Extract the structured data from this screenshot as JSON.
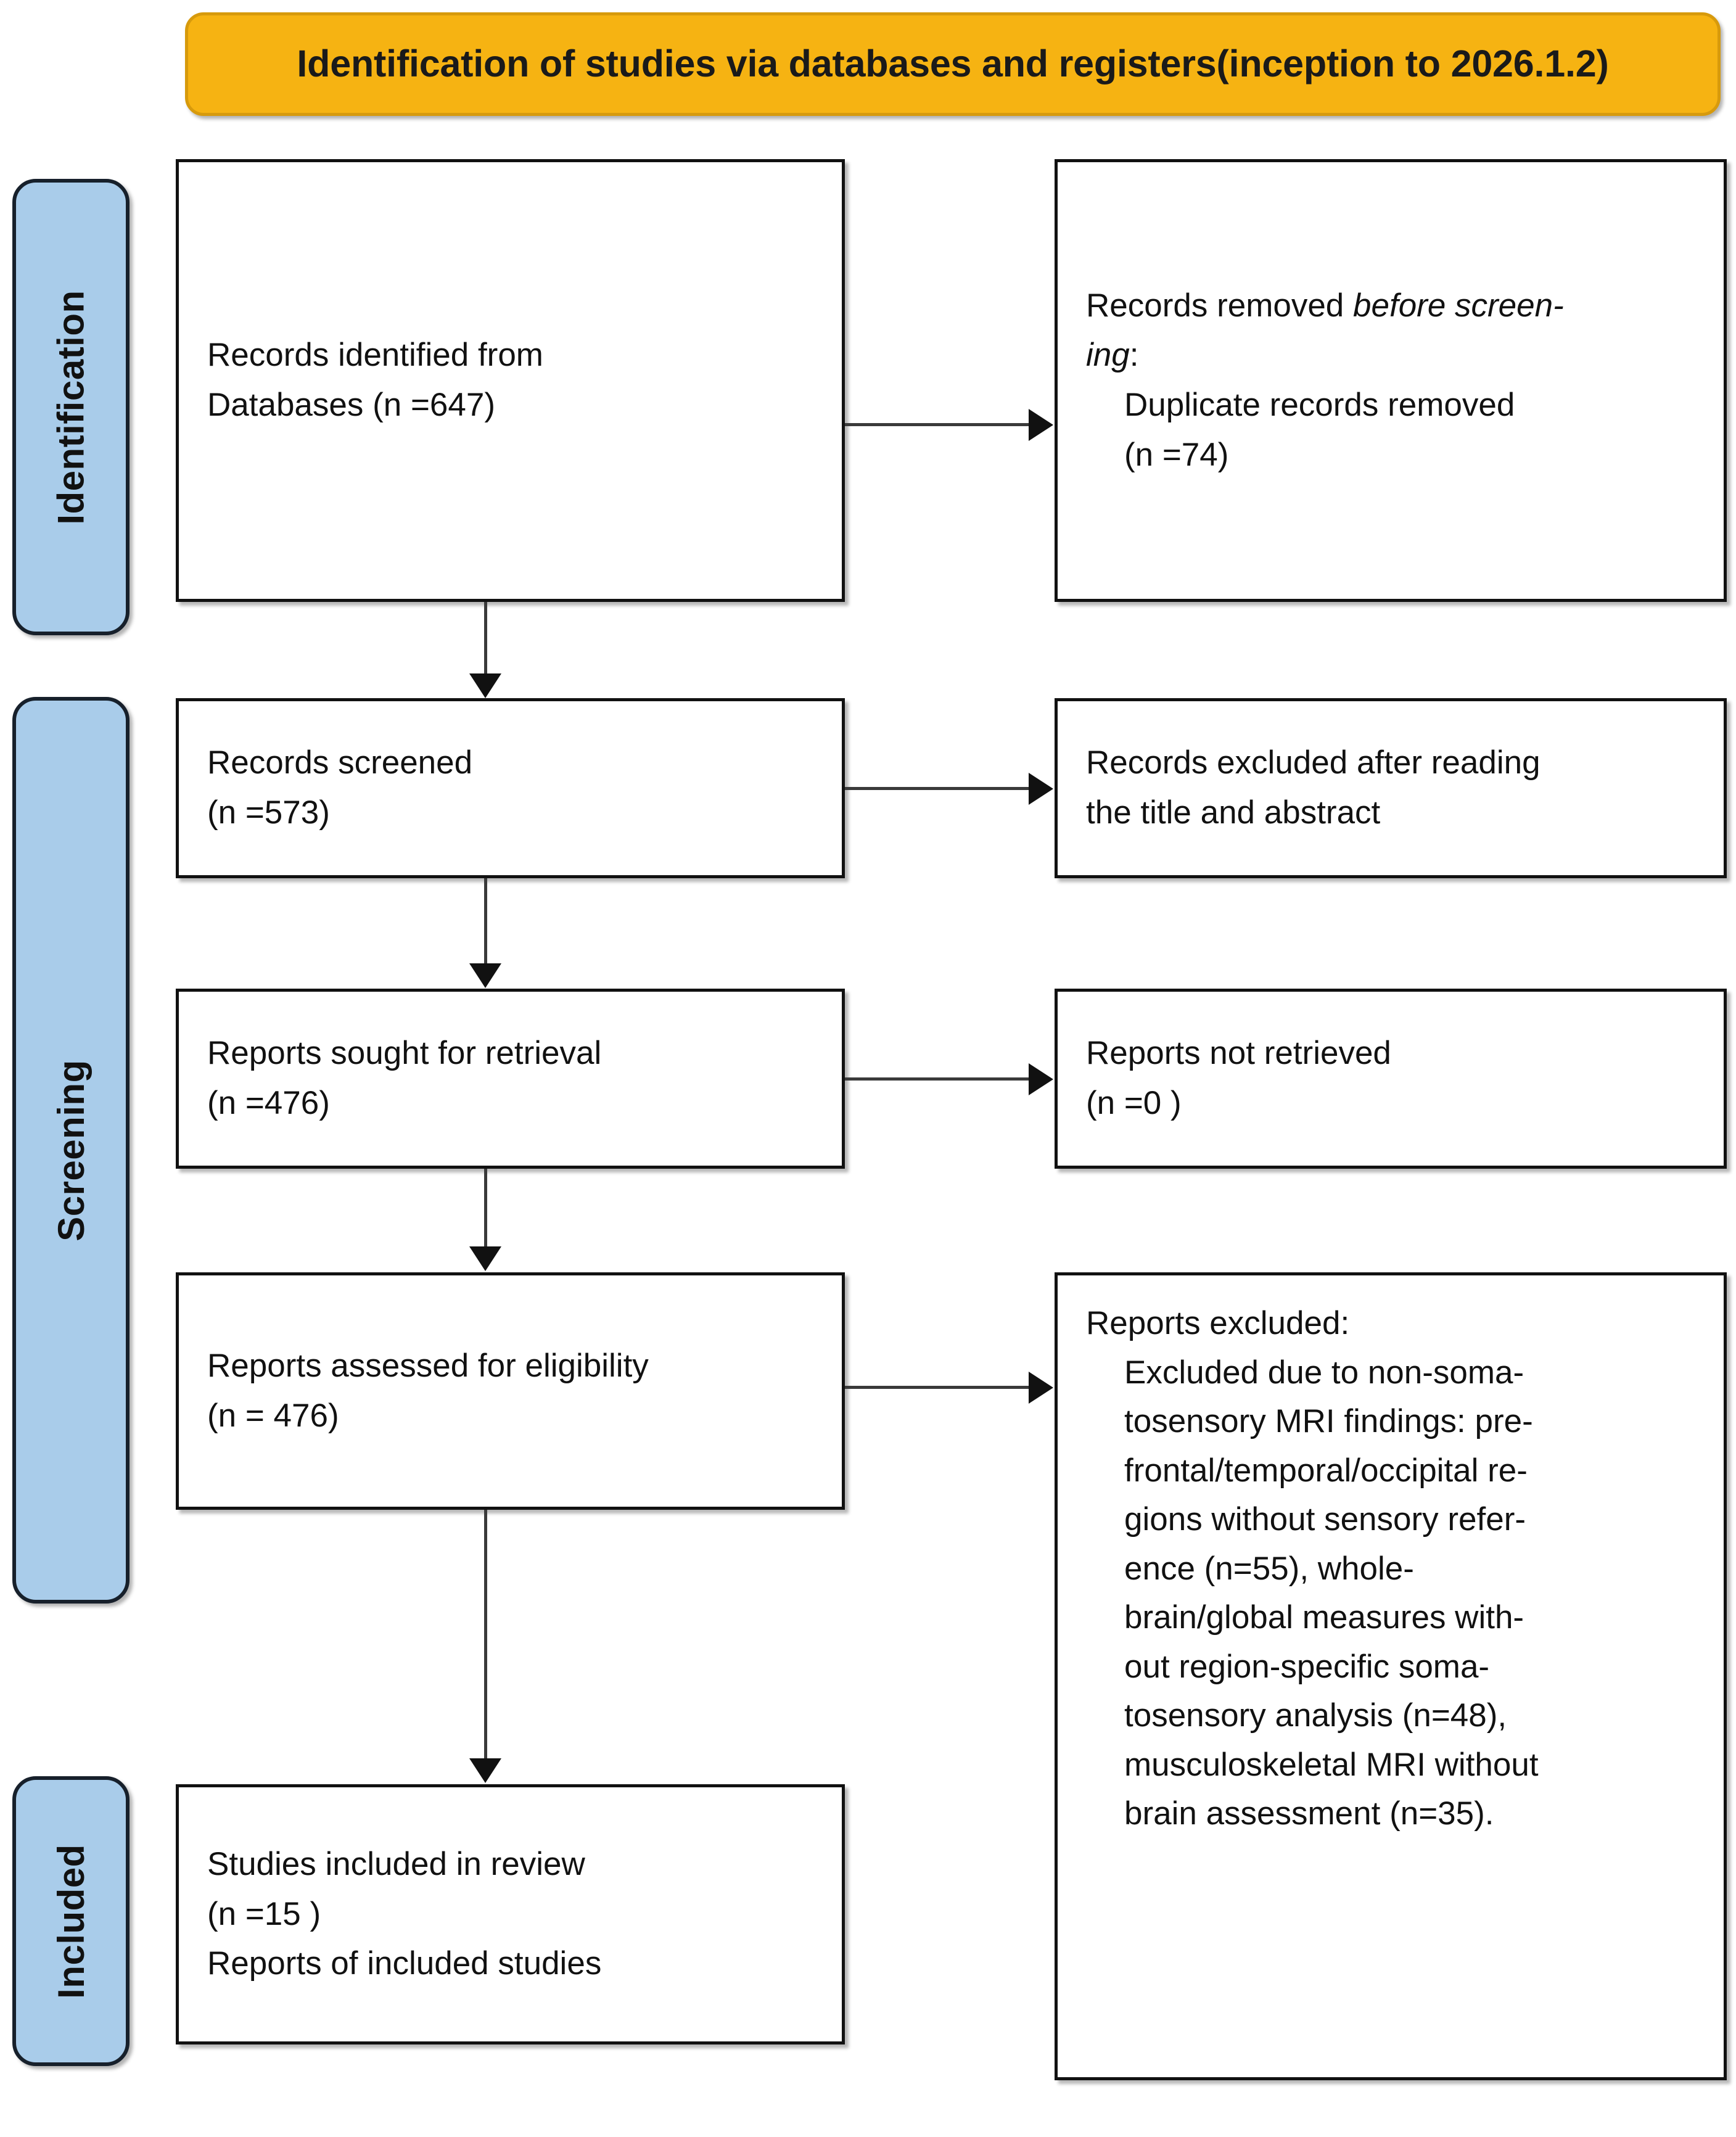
{
  "header": {
    "title": "Identification of studies via databases and registers(inception to 2026.1.2)",
    "bar_color": "#F6B312",
    "text_color": "#1a1a1a"
  },
  "stages": {
    "identification": "Identification",
    "screening": "Screening",
    "included": "Included",
    "fill_color": "#A9CCEA",
    "border_color": "#17202B"
  },
  "boxes": {
    "identified": {
      "line1": "Records identified from",
      "line2": "Databases (n =647)"
    },
    "removed_before": {
      "line1_prefix": "Records removed ",
      "line1_italic": "before screen-",
      "line2_italic": "ing",
      "line2_suffix": ":",
      "line3": "Duplicate records removed",
      "line4": "(n =74)"
    },
    "screened": {
      "line1": "Records screened",
      "line2": "(n =573)"
    },
    "excluded_title_abstract": {
      "line1": "Records excluded after reading",
      "line2": "the title and abstract"
    },
    "sought": {
      "line1": "Reports sought for retrieval",
      "line2": "(n =476)"
    },
    "not_retrieved": {
      "line1": "Reports not retrieved",
      "line2": "(n =0 )"
    },
    "assessed": {
      "line1": "Reports assessed for eligibility",
      "line2": "(n = 476)"
    },
    "reports_excluded": {
      "line1": "Reports excluded:",
      "line2": "Excluded due to non-soma-",
      "line3": "tosensory MRI findings: pre-",
      "line4": "frontal/temporal/occipital re-",
      "line5": "gions without sensory refer-",
      "line6": "ence (n=55), whole-",
      "line7": "brain/global measures with-",
      "line8": "out region-specific soma-",
      "line9": "tosensory analysis (n=48),",
      "line10": "musculoskeletal MRI without",
      "line11": "brain assessment (n=35)."
    },
    "included_review": {
      "line1": "Studies included in review",
      "line2": "(n =15 )",
      "line3": "Reports of included studies"
    }
  }
}
